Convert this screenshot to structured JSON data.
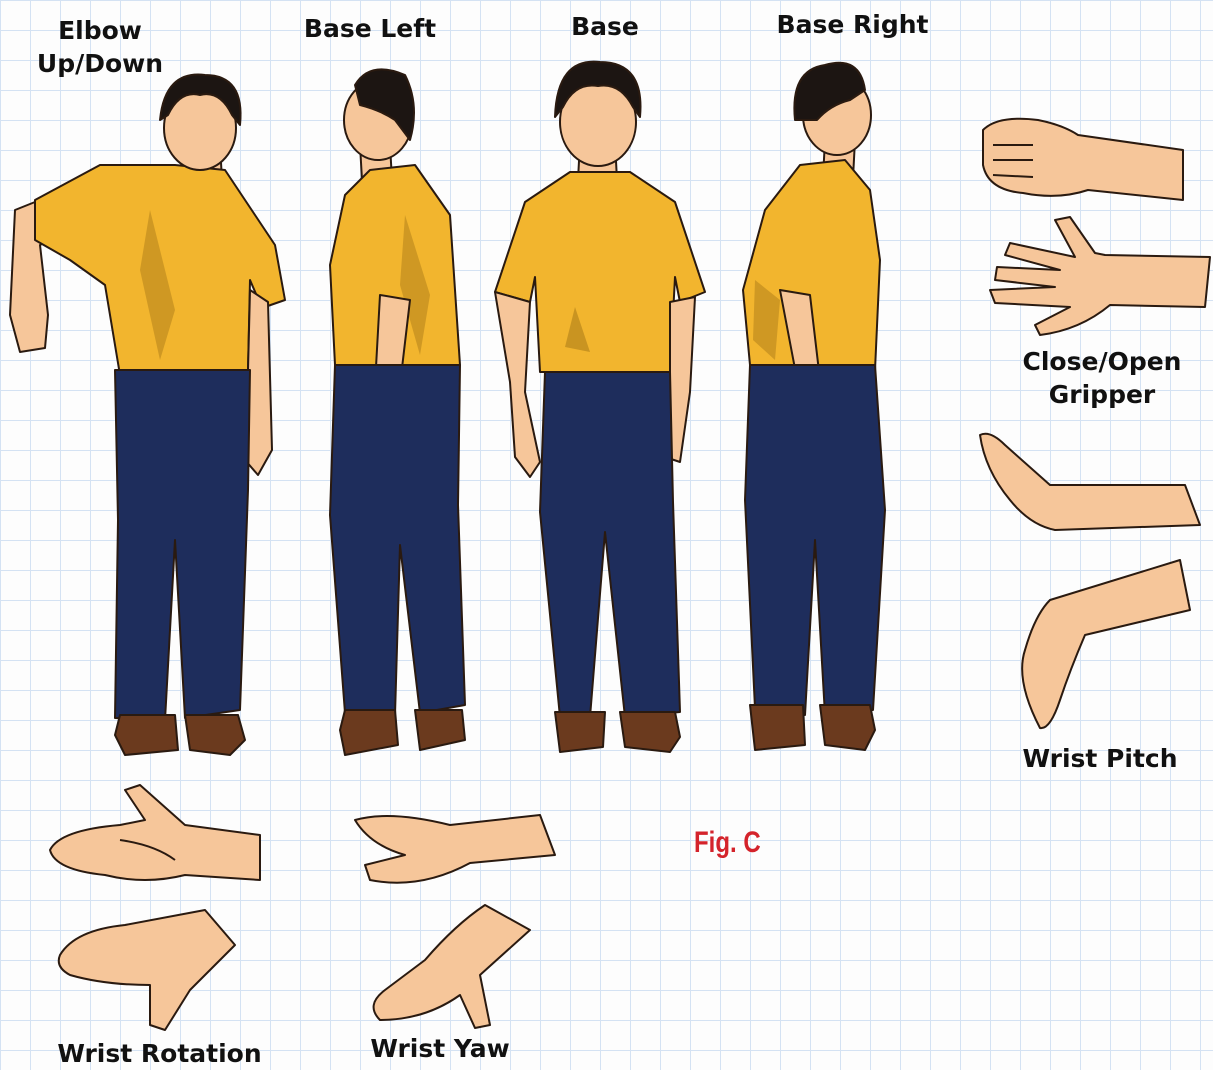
{
  "labels": {
    "elbow_line1": "Elbow",
    "elbow_line2": "Up/Down",
    "base_left": "Base Left",
    "base": "Base",
    "base_right": "Base Right",
    "gripper_line1": "Close/Open",
    "gripper_line2": "Gripper",
    "wrist_pitch": "Wrist Pitch",
    "wrist_rotation": "Wrist Rotation",
    "wrist_yaw": "Wrist Yaw",
    "figure": "Fig. C"
  },
  "colors": {
    "shirt": "#f2b52e",
    "shirt_shadow": "#b8861c",
    "pants": "#1e2d5c",
    "skin": "#f6c69a",
    "hair": "#1c1512",
    "shoes": "#6b3a1e",
    "grid": "#d4e2f3",
    "fig_label": "#d4232b"
  }
}
